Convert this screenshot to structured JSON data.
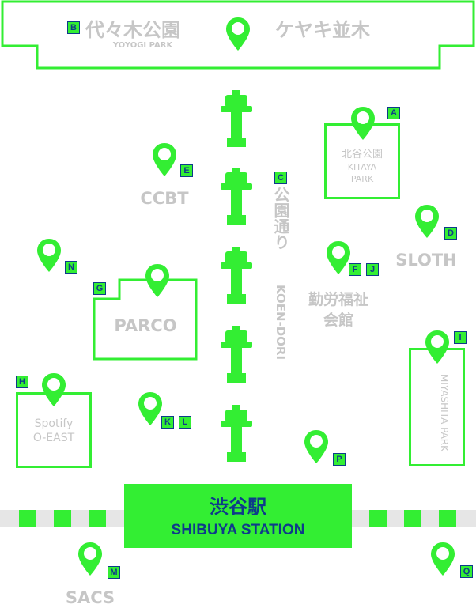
{
  "colors": {
    "accent": "#33ee33",
    "text_gray": "#c6c6c6",
    "badge_text": "#0e3b8a",
    "rail": "#e6e6e6"
  },
  "park": {
    "name_jp": "代々木公園",
    "name_en": "YOYOGI PARK",
    "badge": "B",
    "street": "ケヤキ並木"
  },
  "road": {
    "name_jp": "公園通り",
    "name_en": "KOEN-DORI",
    "badge": "C"
  },
  "places": {
    "kitaya": {
      "name_jp": "北谷公園",
      "name_en1": "KITAYA",
      "name_en2": "PARK",
      "badge": "A"
    },
    "ccbt": {
      "name": "CCBT",
      "badge": "E"
    },
    "sloth": {
      "name": "SLOTH",
      "badge": "D"
    },
    "kinro": {
      "name1": "勤労福祉",
      "name2": "会館",
      "badge1": "F",
      "badge2": "J"
    },
    "parco": {
      "name": "PARCO",
      "badge": "G"
    },
    "n": {
      "badge": "N"
    },
    "spotify": {
      "name1": "Spotify",
      "name2": "O-EAST",
      "badge": "H"
    },
    "kl": {
      "badge1": "K",
      "badge2": "L"
    },
    "miyashita": {
      "name": "MIYASHITA PARK",
      "badge": "I"
    },
    "p": {
      "badge": "P"
    },
    "sacs": {
      "name": "SACS",
      "badge": "M"
    },
    "q": {
      "badge": "Q"
    }
  },
  "station": {
    "name_jp": "渋谷駅",
    "name_en": "SHIBUYA STATION"
  }
}
